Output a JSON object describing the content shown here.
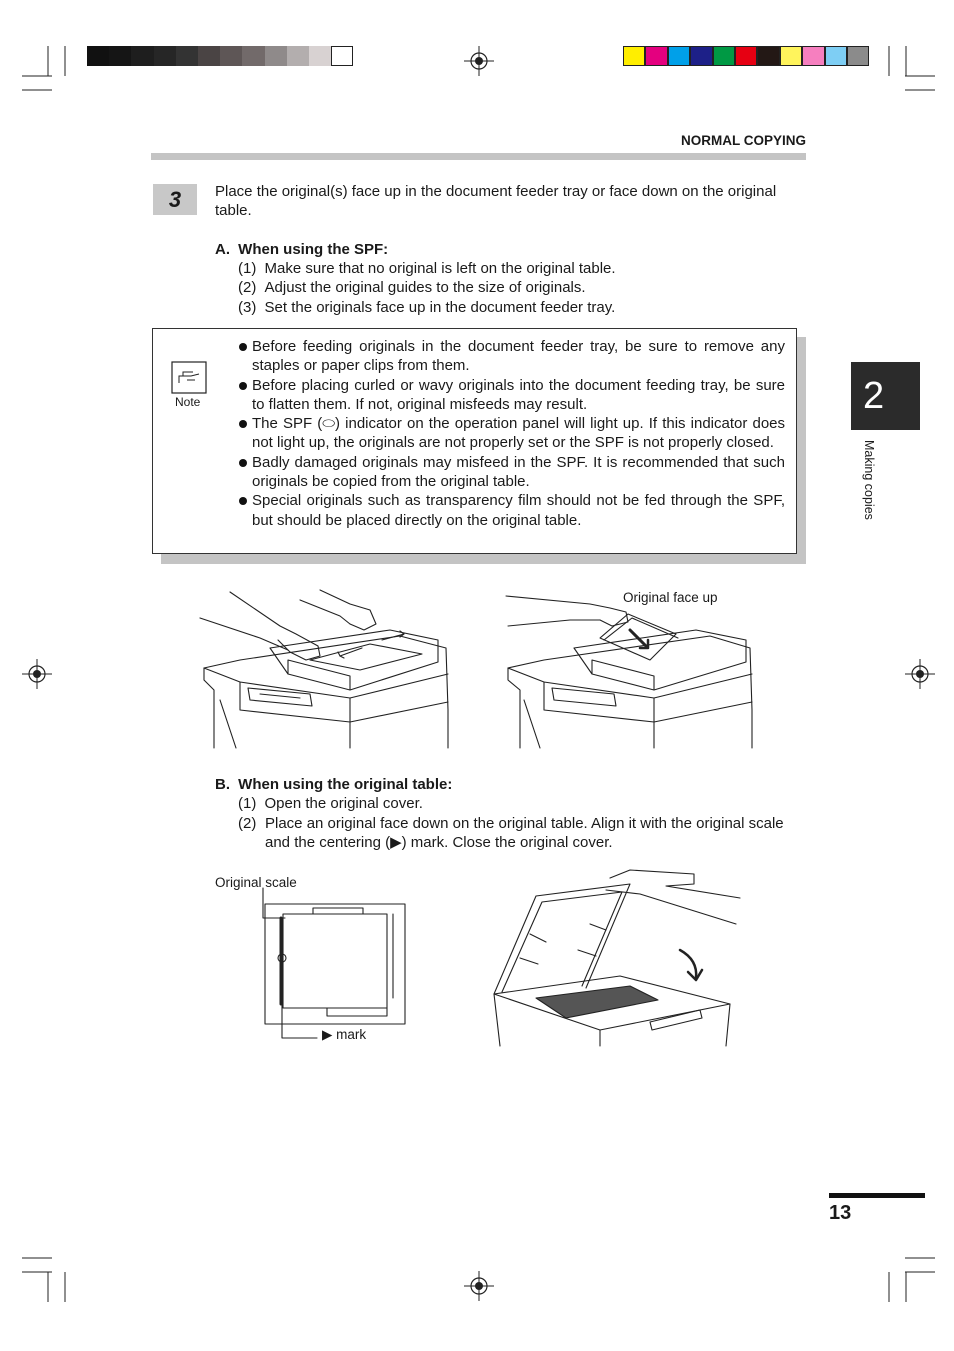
{
  "header": {
    "section_title": "NORMAL COPYING"
  },
  "step": {
    "number": "3",
    "intro": "Place the original(s) face up in the document feeder tray or face down on the original table."
  },
  "section_a": {
    "letter": "A.",
    "heading": "When using the SPF:",
    "items": [
      {
        "num": "(1)",
        "text": "Make sure that no original is left on the original table."
      },
      {
        "num": "(2)",
        "text": "Adjust the original guides to the size of originals."
      },
      {
        "num": "(3)",
        "text": "Set the originals face up in the document feeder tray."
      }
    ]
  },
  "note": {
    "icon_label": "Note",
    "items": [
      "Before feeding originals in the document feeder tray, be sure to remove any staples or paper clips from them.",
      "Before placing curled or wavy originals into the document feeding tray, be sure to flatten them. If not, original misfeeds may result.",
      "The SPF (⬭) indicator on the operation panel will light up. If this indicator does not light up, the originals are not properly set or the SPF is not properly closed.",
      "Badly damaged originals may misfeed in the SPF. It is recommended that such originals be copied from the original table.",
      "Special originals such as transparency film should not be fed through the SPF, but should be placed directly on the original table."
    ]
  },
  "figures": {
    "spf_caption": "Original face up",
    "scale_caption": "Original scale",
    "mark_caption": "▶ mark"
  },
  "section_b": {
    "letter": "B.",
    "heading": "When using the original table:",
    "items": [
      {
        "num": "(1)",
        "text": "Open the original cover."
      },
      {
        "num": "(2)",
        "line1": "Place an original face down on the original table. Align it with the original scale",
        "line2": "and the centering (▶) mark. Close the original cover."
      }
    ]
  },
  "sidebar": {
    "chapter_number": "2",
    "chapter_label": "Making copies"
  },
  "footer": {
    "page_number": "13"
  },
  "print_marks": {
    "gray_swatches": [
      "#111111",
      "#151515",
      "#1e1e1e",
      "#262626",
      "#333333",
      "#4a4444",
      "#5e5656",
      "#726a6a",
      "#8f8a8a",
      "#b3aeae",
      "#d8d2d2",
      "#ffffff"
    ],
    "color_swatches": [
      "#ffee00",
      "#e4007f",
      "#00a0e9",
      "#1d2088",
      "#009944",
      "#e60012",
      "#231815",
      "#fff45c",
      "#f67fbf",
      "#7ecef4",
      "#8b8b8b"
    ]
  }
}
